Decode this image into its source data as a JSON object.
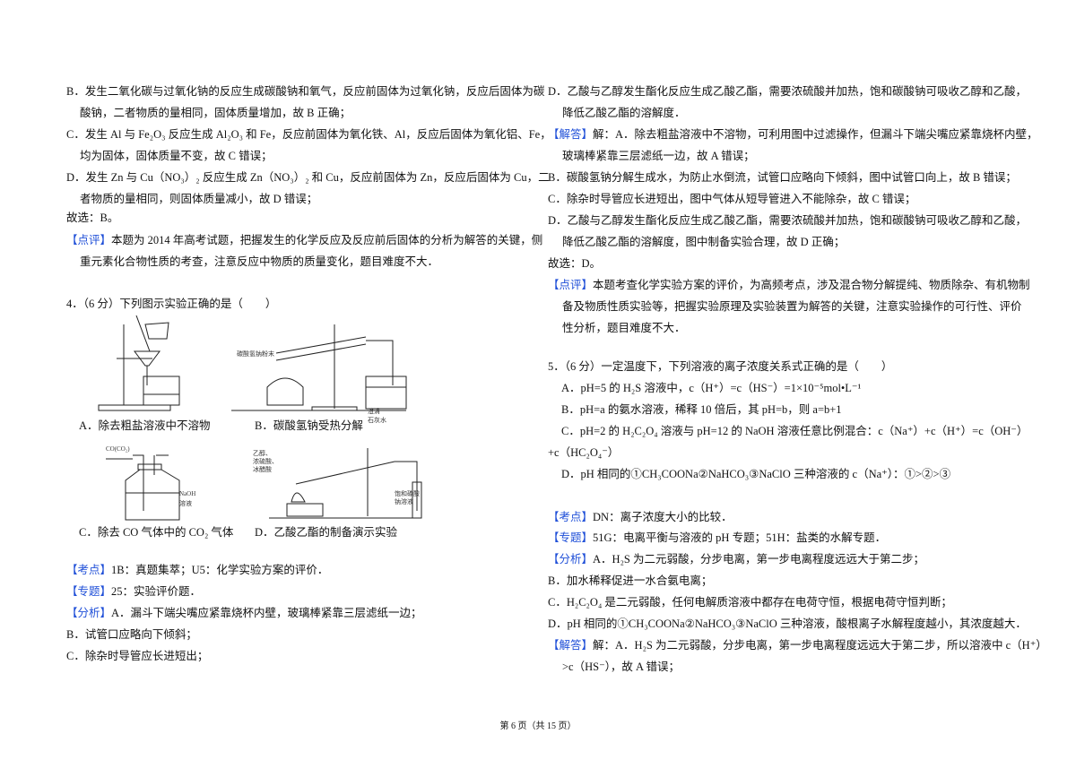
{
  "left_column": [
    {
      "text": "B．发生二氧化碳与过氧化钠的反应生成碳酸钠和氧气，反应前固体为过氧化钠，反应后固体为碳"
    },
    {
      "text": "酸钠，二者物质的量相同，固体质量增加，故 B 正确；"
    },
    {
      "text": "C．发生 Al 与 Fe₂O₃ 反应生成 Al₂O₃ 和 Fe，反应前固体为氧化铁、Al，反应后固体为氧化铝、Fe，"
    },
    {
      "text": "均为固体，固体质量不变，故 C 错误；"
    },
    {
      "text": "D．发生 Zn 与 Cu（NO₃）₂ 反应生成 Zn（NO₃）₂ 和 Cu，反应前固体为 Zn，反应后固体为 Cu，二"
    },
    {
      "text": "者物质的量相同，则固体质量减小，故 D 错误；"
    },
    {
      "text": "故选：B。"
    },
    {
      "tag": "【点评】",
      "text": "本题为 2014 年高考试题，把握发生的化学反应及反应前后固体的分析为解答的关键，侧"
    },
    {
      "text": "重元素化合物性质的考查，注意反应中物质的质量变化，题目难度不大．"
    },
    {
      "text": "4．（6 分）下列图示实验正确的是（　　）"
    },
    {
      "tag": "【考点】",
      "text": "1B：真题集萃；U5：化学实验方案的评价．"
    },
    {
      "tag": "【专题】",
      "text": "25：实验评价题．"
    },
    {
      "tag": "【分析】",
      "text": "A．漏斗下端尖嘴应紧靠烧杯内壁，玻璃棒紧靠三层滤纸一边；"
    },
    {
      "text": "B．试管口应略向下倾斜；"
    },
    {
      "text": "C．除杂时导管应长进短出；"
    }
  ],
  "figures": {
    "captions": [
      "A．除去粗盐溶液中不溶物",
      "B．碳酸氢钠受热分解",
      "C．除去 CO 气体中的 CO₂ 气体",
      "D．乙酸乙酯的制备演示实验"
    ],
    "labels": {
      "b_powder": "碳酸氢钠粉末",
      "b_lime1": "澄清",
      "b_lime2": "石灰水",
      "c_gas": "CO(CO₂)",
      "c_naoh1": "NaOH",
      "c_naoh2": "溶液",
      "d_reag1": "乙醇、",
      "d_reag2": "浓硫酸、",
      "d_reag3": "冰醋酸",
      "d_sat1": "饱和碳酸",
      "d_sat2": "钠溶液"
    }
  },
  "right_column": [
    {
      "text": "D．乙酸与乙醇发生酯化反应生成乙酸乙酯，需要浓硫酸并加热，饱和碳酸钠可吸收乙醇和乙酸，"
    },
    {
      "text": "降低乙酸乙酯的溶解度．"
    },
    {
      "tag": "【解答】",
      "text": "解：A．除去粗盐溶液中不溶物，可利用图中过滤操作，但漏斗下端尖嘴应紧靠烧杯内壁，"
    },
    {
      "text": "玻璃棒紧靠三层滤纸一边，故 A 错误；"
    },
    {
      "text": "B．碳酸氢钠分解生成水，为防止水倒流，试管口应略向下倾斜，图中试管口向上，故 B 错误；"
    },
    {
      "text": "C．除杂时导管应长进短出，图中气体从短导管进入不能除杂，故 C 错误；"
    },
    {
      "text": "D．乙酸与乙醇发生酯化反应生成乙酸乙酯，需要浓硫酸并加热，饱和碳酸钠可吸收乙醇和乙酸，"
    },
    {
      "text": "降低乙酸乙酯的溶解度，图中制备实验合理，故 D 正确；"
    },
    {
      "text": "故选：D。"
    },
    {
      "tag": "【点评】",
      "text": "本题考查化学实验方案的评价，为高频考点，涉及混合物分解提纯、物质除杂、有机物制"
    },
    {
      "text": "备及物质性质实验等，把握实验原理及实验装置为解答的关键，注意实验操作的可行性、评价"
    },
    {
      "text": "性分析，题目难度不大．"
    },
    {
      "text": "5．（6 分）一定温度下，下列溶液的离子浓度关系式正确的是（　　）"
    },
    {
      "text": "A．pH=5 的 H₂S 溶液中，c（H⁺）=c（HS⁻）=1×10⁻⁵mol•L⁻¹"
    },
    {
      "text": "B．pH=a 的氨水溶液，稀释 10 倍后，其 pH=b，则 a=b+1"
    },
    {
      "text": "C．pH=2 的 H₂C₂O₄ 溶液与 pH=12 的 NaOH 溶液任意比例混合：c（Na⁺）+c（H⁺）=c（OH⁻）"
    },
    {
      "text": "+c（HC₂O₄⁻）"
    },
    {
      "text": "D．pH 相同的①CH₃COONa②NaHCO₃③NaClO 三种溶液的 c（Na⁺）：①>②>③"
    },
    {
      "tag": "【考点】",
      "text": "DN：离子浓度大小的比较．"
    },
    {
      "tag": "【专题】",
      "text": "51G：电离平衡与溶液的 pH 专题；51H：盐类的水解专题．"
    },
    {
      "tag": "【分析】",
      "text": "A．H₂S 为二元弱酸，分步电离，第一步电离程度远远大于第二步；"
    },
    {
      "text": "B．加水稀释促进一水合氨电离；"
    },
    {
      "text": "C．H₂C₂O₄ 是二元弱酸，任何电解质溶液中都存在电荷守恒，根据电荷守恒判断；"
    },
    {
      "text": "D．pH 相同的①CH₃COONa②NaHCO₃③NaClO 三种溶液，酸根离子水解程度越小，其浓度越大．"
    },
    {
      "tag": "【解答】",
      "text": "解：A．H₂S 为二元弱酸，分步电离，第一步电离程度远远大于第二步，所以溶液中 c（H⁺）"
    },
    {
      "text": ">c（HS⁻），故 A 错误；"
    }
  ],
  "footer": "第 6 页（共 15 页）"
}
